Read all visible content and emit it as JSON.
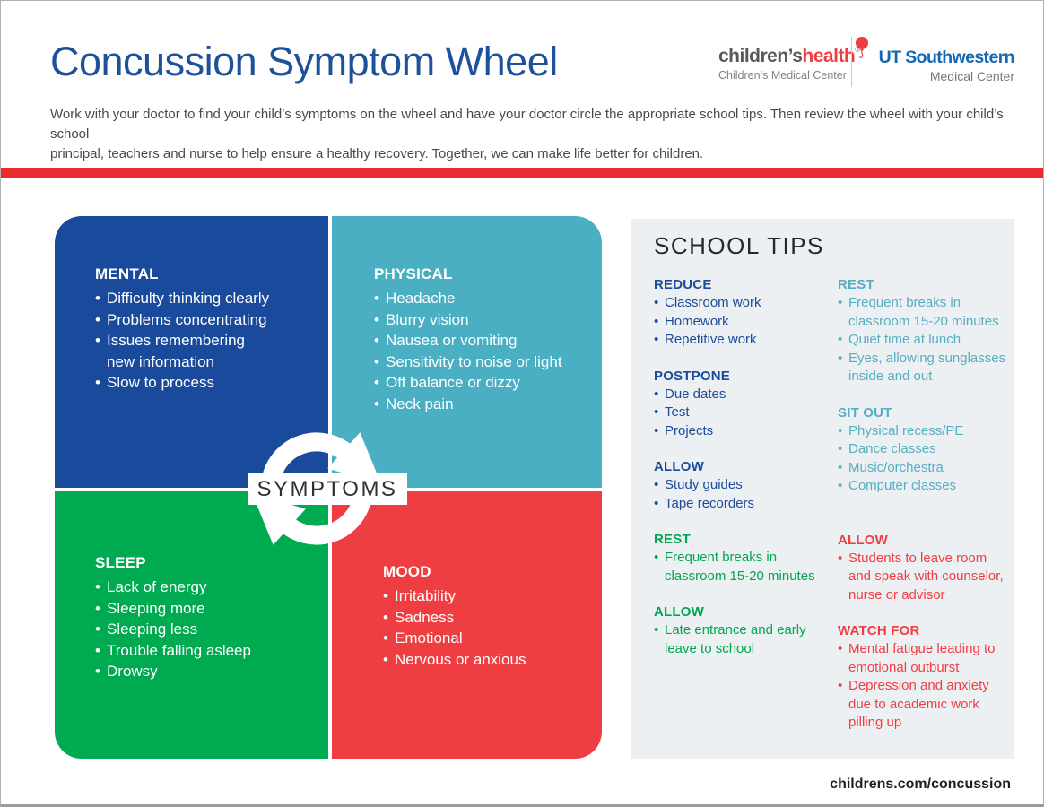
{
  "header": {
    "title": "Concussion Symptom Wheel",
    "intro": "Work with your doctor to find your child’s symptoms on the wheel and have your doctor circle the appropriate school tips. Then review the wheel with your child’s school\nprincipal, teachers and nurse to help ensure a healthy recovery. Together, we can make life better for children.",
    "logos": {
      "childrens_part1": "children’s",
      "childrens_part2": "health",
      "childrens_reg": "®",
      "childrens_sub": "Children’s Medical Center",
      "utsw_name": "UT Southwestern",
      "utsw_sub": "Medical Center"
    }
  },
  "wheel": {
    "center_label": "SYMPTOMS",
    "quadrants": [
      {
        "id": "mental",
        "title": "MENTAL",
        "color": "#1a4a9b",
        "items": [
          "Difficulty thinking clearly",
          "Problems concentrating",
          "Issues remembering\nnew information",
          "Slow to process"
        ]
      },
      {
        "id": "physical",
        "title": "PHYSICAL",
        "color": "#4aafc2",
        "items": [
          "Headache",
          "Blurry vision",
          "Nausea or vomiting",
          "Sensitivity to noise or light",
          "Off balance or dizzy",
          "Neck pain"
        ]
      },
      {
        "id": "sleep",
        "title": "SLEEP",
        "color": "#00aa50",
        "items": [
          "Lack of energy",
          "Sleeping more",
          "Sleeping less",
          "Trouble falling asleep",
          "Drowsy"
        ]
      },
      {
        "id": "mood",
        "title": "MOOD",
        "color": "#ef3e42",
        "items": [
          "Irritability",
          "Sadness",
          "Emotional",
          "Nervous or anxious"
        ]
      }
    ]
  },
  "school_tips": {
    "title": "SCHOOL TIPS",
    "columns": [
      {
        "sections": [
          {
            "heading": "REDUCE",
            "color": "#1c4b99",
            "items": [
              "Classroom work",
              "Homework",
              "Repetitive work"
            ]
          },
          {
            "heading": "POSTPONE",
            "color": "#1c4b99",
            "items": [
              "Due dates",
              "Test",
              "Projects"
            ]
          },
          {
            "heading": "ALLOW",
            "color": "#1c4b99",
            "items": [
              "Study guides",
              "Tape recorders"
            ]
          },
          {
            "heading": "REST",
            "color": "#00a651",
            "items": [
              "Frequent breaks in\nclassroom 15-20 minutes"
            ]
          },
          {
            "heading": "ALLOW",
            "color": "#00a651",
            "items": [
              "Late entrance and early\nleave to school"
            ]
          }
        ]
      },
      {
        "sections": [
          {
            "heading": "REST",
            "color": "#56aec2",
            "items": [
              "Frequent breaks in\nclassroom 15-20 minutes",
              "Quiet time at lunch",
              "Eyes, allowing sunglasses\ninside and out"
            ]
          },
          {
            "heading": "SIT OUT",
            "color": "#56aec2",
            "items": [
              "Physical recess/PE",
              "Dance classes",
              "Music/orchestra",
              "Computer classes"
            ]
          },
          {
            "heading": "ALLOW",
            "color": "#ef3e42",
            "extra_gap": true,
            "items": [
              "Students to leave room\nand speak with counselor,\nnurse or advisor"
            ]
          },
          {
            "heading": "WATCH FOR",
            "color": "#ef3e42",
            "items": [
              "Mental fatigue leading to\nemotional outburst",
              "Depression and anxiety\ndue to academic work\npilling up"
            ]
          }
        ]
      }
    ]
  },
  "footer": {
    "url": "childrens.com/concussion"
  },
  "colors": {
    "title_blue": "#1d5199",
    "band_red": "#ea2c30",
    "quadrant_blue": "#1a4a9b",
    "quadrant_teal": "#4aafc2",
    "quadrant_green": "#00aa50",
    "quadrant_red": "#ef3e42",
    "tips_panel_bg": "#edf0f2",
    "logo_red": "#ef3e42",
    "logo_gray": "#58595b",
    "utsw_blue": "#1268b3"
  }
}
